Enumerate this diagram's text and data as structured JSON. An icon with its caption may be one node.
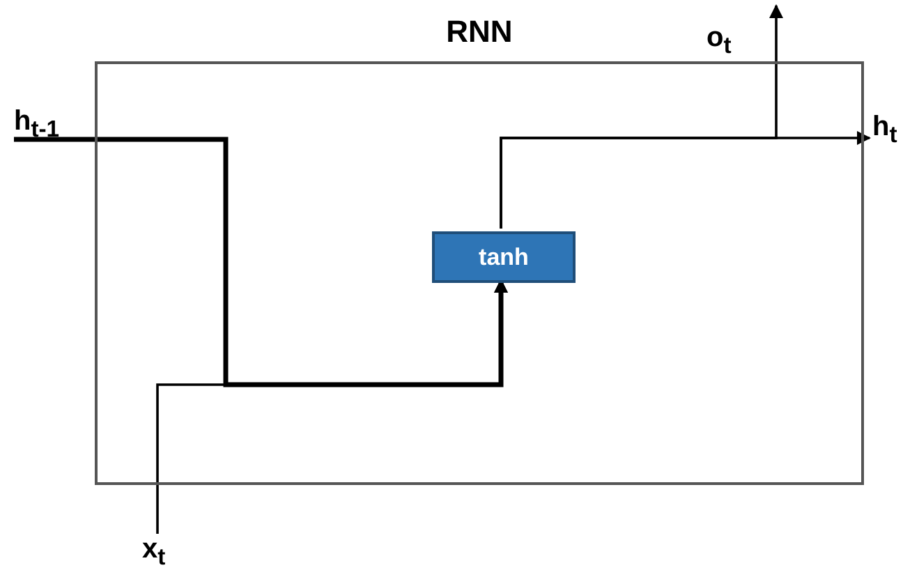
{
  "diagram": {
    "nodes": [
      {
        "text": [
          "RNN"
        ]
      },
      {
        "text": [
          "tanh"
        ],
        "in": 0
      },
      {
        "text": [
          "h$_{t-1}$"
        ]
      },
      {
        "text": [
          "x$_{t}$"
        ]
      },
      {
        "text": [
          "o$_{t}$"
        ]
      },
      {
        "text": [
          "h$_{t}$"
        ]
      }
    ],
    "edges": [
      {
        "from": 2,
        "to": 1,
        "arrow": "to",
        "style": "thick"
      },
      {
        "from": 3,
        "to": 1,
        "arrow": "to"
      },
      {
        "from": 1,
        "to": 5,
        "arrow": "to"
      },
      {
        "from": 1,
        "to": 4,
        "arrow": "to"
      }
    ]
  }
}
